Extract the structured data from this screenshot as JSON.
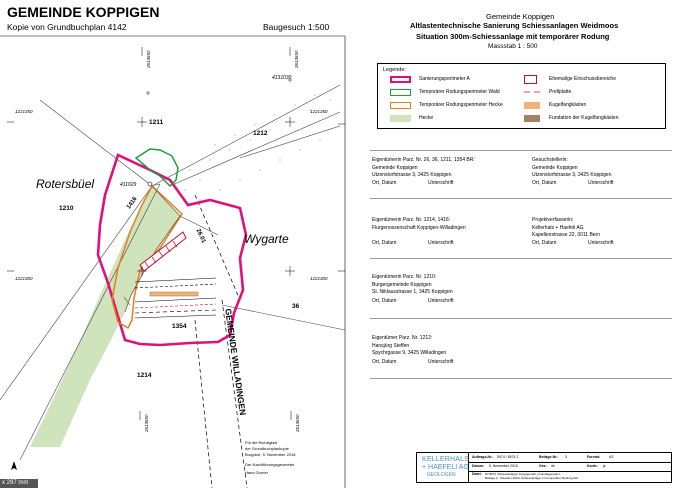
{
  "header_left": {
    "title": "GEMEINDE KOPPIGEN",
    "subtitle": "Kopie von Grundbuchplan 4142",
    "scale": "Baugesuch 1:500"
  },
  "header_right": {
    "municipality": "Gemeinde Koppigen",
    "project": "Altlastentechnische Sanierung Schiessanlagen Weidmoos",
    "plan": "Situation 300m-Schiessanlage mit temporärer Rodung",
    "scale": "Massstab 1 : 500"
  },
  "legend": {
    "title": "Legende:",
    "left": [
      {
        "label": "Sanierungsperimeter A",
        "color": "#e0107a",
        "icon": "thick-outline-swatch"
      },
      {
        "label": "Temporärer Rodungsperimeter Wald",
        "color": "#1e9e3c",
        "icon": "outline-swatch"
      },
      {
        "label": "Temporärer Rodungsperimeter Hecke",
        "color": "#e87c1e",
        "icon": "outline-swatch"
      },
      {
        "label": "Hecke",
        "color": "#cfe3bd",
        "icon": "fill-swatch"
      }
    ],
    "right": [
      {
        "label": "Ehemalige Einschussbereiche",
        "color": "#c8102e",
        "icon": "target-swatch"
      },
      {
        "label": "Prellplatte",
        "color": "#f4a3ad",
        "icon": "dashed-swatch"
      },
      {
        "label": "Kugelfangkästen",
        "color": "#f0b478",
        "icon": "fill-swatch"
      },
      {
        "label": "Fundation der Kugelfangkästen",
        "color": "#a08466",
        "icon": "fill-swatch"
      }
    ]
  },
  "owners": [
    {
      "title": "Eigentümerin Parz. Nr. 26, 36, 1211, 1354 BR:",
      "lines": [
        "Gemeinde Koppigen",
        "Utzenstorfstrasse 3, 3425 Koppigen"
      ],
      "date_label": "Ort, Datum",
      "sign_label": "Unterschrift"
    },
    {
      "title": "Eigentümerin Parz. Nr. 1214, 1416:",
      "lines": [
        "Flurgenossenschaft Koppigen-Willadingen"
      ],
      "date_label": "Ort, Datum",
      "sign_label": "Unterschrift"
    },
    {
      "title": "Eigentümerin Parz. Nr. 1210:",
      "lines": [
        "Burgergemeinde Koppigen",
        "St. Niklausstrasse 1, 3425 Koppigen"
      ],
      "date_label": "Ort, Datum",
      "sign_label": "Unterschrift"
    },
    {
      "title": "Eigentümer Parz. Nr. 1212:",
      "lines": [
        "Hansjürg Steffen",
        "Spychrgasse 9, 3425 Willadingen"
      ],
      "date_label": "Ort, Datum",
      "sign_label": "Unterschrift"
    }
  ],
  "applicants": [
    {
      "title": "Gesuchstellerin:",
      "lines": [
        "Gemeinde Koppigen",
        "Utzenstorfstrasse 3, 3425 Koppigen"
      ],
      "date_label": "Ort, Datum",
      "sign_label": "Unterschrift"
    },
    {
      "title": "Projektverfasserin:",
      "lines": [
        "Kellerhals + Haefeli AG",
        "Kapellenstrasse 22, 3011 Bern"
      ],
      "date_label": "Ort, Datum",
      "sign_label": "Unterschrift"
    }
  ],
  "map_labels": {
    "rotersbuel": "Rotersbüel",
    "wygarte": "Wygarte",
    "road": "GEMEINDE WILLADINGEN",
    "p1211": "1211",
    "p1212": "1212",
    "p1210": "1210",
    "p1214": "1214",
    "p1354": "1354",
    "p36": "36",
    "p1416": "1416",
    "p2601": "26.01",
    "pt4131030": "4131030",
    "pt411029": "411029",
    "coord_n1": "1221350",
    "coord_n2": "1221300",
    "coord_n3": "1221350",
    "coord_n4": "1221300",
    "coord_e1": "2613650",
    "coord_e2": "2613650",
    "coord_e3": "2613650",
    "coord_e4": "2613650"
  },
  "certification": [
    "Für die Richtigkeit",
    "der Grundbuchplankopie",
    "Burgdorf, 5. November 2018",
    "",
    "Der Nachführungsgeometer",
    "",
    "Hans Gruner"
  ],
  "paper_size": "x 297 mm",
  "company": {
    "line1": "KELLERHALS",
    "line2": "+ HAEFELI AG",
    "line3": "GEOLOGEN",
    "color": "#4a90c8"
  },
  "title_block": {
    "job_label": "Auftrags-Nr.:",
    "job_value": "5974 / 6574.2",
    "plan_label": "Beilage-Nr.:",
    "plan_value": "3",
    "format_label": "Format:",
    "format_value": "A3",
    "date_label": "Datum:",
    "date_value": "6. November 2018",
    "drawn_label": "Gez.:",
    "drawn_value": "de",
    "checked_label": "Kontr.:",
    "checked_value": "je",
    "file_label": "Datei:",
    "file_value": "W:\\5974 Schiessanlagen Koppigen\\06_Grundlagenplan\\...",
    "file2_value": "Beilage 3 - Situation 300m-Schiessanlage mit temporärer Rodung.dwf"
  }
}
